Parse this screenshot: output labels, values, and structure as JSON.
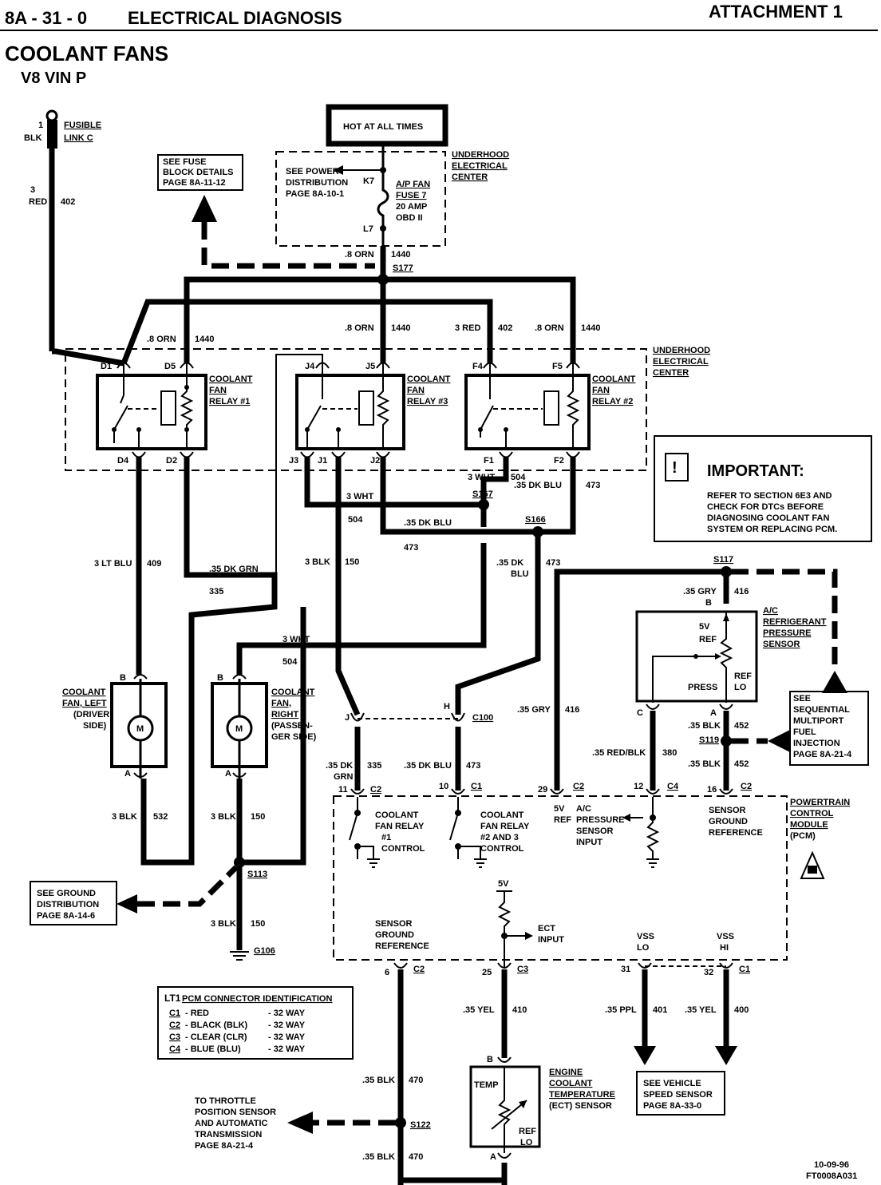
{
  "header": {
    "section": "8A - 31 - 0",
    "section_title": "ELECTRICAL DIAGNOSIS",
    "attachment": "ATTACHMENT 1"
  },
  "title": {
    "main": "COOLANT FANS",
    "sub": "V8 VIN P"
  },
  "power": {
    "hot_box": "HOT AT ALL TIMES",
    "fusible_link": {
      "pin": "1",
      "color": "BLK",
      "label1": "FUSIBLE",
      "label2": "LINK C"
    },
    "fusible_wire": {
      "gauge": "3",
      "color": "RED",
      "circuit": "402"
    },
    "fuse_details_note": [
      "SEE FUSE",
      "BLOCK DETAILS",
      "PAGE 8A-11-12"
    ],
    "power_dist_note": [
      "SEE POWER",
      "DISTRIBUTION",
      "PAGE 8A-10-1"
    ],
    "fuse_pins": {
      "top": "K7",
      "bottom": "L7"
    },
    "fuse_label": [
      "A/P FAN",
      "FUSE 7",
      "20 AMP",
      "OBD II"
    ],
    "uec_label": [
      "UNDERHOOD",
      "ELECTRICAL",
      "CENTER"
    ],
    "s177_wire": ".8 ORN",
    "s177_circuit": "1440",
    "s177": "S177"
  },
  "relays": {
    "uec_label": [
      "UNDERHOOD",
      "ELECTRICAL",
      "CENTER"
    ],
    "relay1": {
      "name": [
        "COOLANT",
        "FAN",
        "RELAY #1"
      ],
      "pins": [
        "D1",
        "D5",
        "D4",
        "D2"
      ]
    },
    "relay3": {
      "name": [
        "COOLANT",
        "FAN",
        "RELAY #3"
      ],
      "pins": [
        "J4",
        "J5",
        "J3",
        "J1",
        "J2"
      ]
    },
    "relay2": {
      "name": [
        "COOLANT",
        "FAN",
        "RELAY #2"
      ],
      "pins": [
        "F4",
        "F5",
        "F1",
        "F2"
      ]
    },
    "wire_d5": ".8 ORN",
    "wire_d5_circ": "1440",
    "wire_j5": ".8 ORN",
    "wire_j5_circ": "1440",
    "wire_f4": "3 RED",
    "wire_f4_circ": "402",
    "wire_f5": ".8 ORN",
    "wire_f5_circ": "1440"
  },
  "important": {
    "heading": "IMPORTANT:",
    "lines": [
      "REFER TO SECTION 6E3 AND",
      "CHECK FOR DTCs BEFORE",
      "DIAGNOSING COOLANT FAN",
      "SYSTEM OR REPLACING PCM."
    ]
  },
  "wires": {
    "j3_wht": "3 WHT",
    "f1_wht": "3 WHT",
    "f1_circ": "504",
    "f2_dkblu": ".35 DK BLU",
    "f2_circ": "473",
    "s167": "S167",
    "s166": "S166",
    "j2_dkblu": ".35 DK BLU",
    "j2_circ": "473",
    "c504": "504",
    "d4_ltblu": "3 LT BLU",
    "d4_circ": "409",
    "d2_dkgrn": ".35 DK GRN",
    "d2_circ": "335",
    "j1_blk": "3 BLK",
    "j1_circ": "150",
    "s166_dkblu1": ".35 DK",
    "s166_dkblu2": "BLU",
    "s166_circ": "473",
    "wht_right": "3 WHT",
    "wht_right_circ": "504",
    "c100": "C100",
    "c100_j": "J",
    "c100_h": "H",
    "pcm11_1": ".35 DK",
    "pcm11_2": "GRN",
    "pcm11_circ": "335",
    "pcm10": ".35 DK BLU",
    "pcm10_circ": "473",
    "gry416": ".35 GRY",
    "gry416_circ": "416",
    "redblk": ".35 RED/BLK",
    "redblk_circ": "380"
  },
  "fans": {
    "left": {
      "name": [
        "COOLANT",
        "FAN, LEFT",
        "(DRIVER",
        "SIDE)"
      ],
      "pin_top": "B",
      "pin_bot": "A",
      "wire": "3 BLK",
      "circ": "532"
    },
    "right": {
      "name": [
        "COOLANT",
        "FAN,",
        "RIGHT",
        "(PASSEN-",
        "GER SIDE)"
      ],
      "pin_top": "B",
      "pin_bot": "A",
      "wire": "3 BLK",
      "circ": "150"
    },
    "motor": "M",
    "s113": "S113",
    "g106": "G106",
    "g_wire": "3 BLK",
    "g_circ": "150",
    "ground_note": [
      "SEE GROUND",
      "DISTRIBUTION",
      "PAGE 8A-14-6"
    ]
  },
  "ac_sensor": {
    "s117": "S117",
    "wire": ".35 GRY",
    "circ": "416",
    "pin_b": "B",
    "name": [
      "A/C",
      "REFRIGERANT",
      "PRESSURE",
      "SENSOR"
    ],
    "inside": [
      "5V",
      "REF",
      "PRESS",
      "REF",
      "LO"
    ],
    "pin_c": "C",
    "pin_a": "A",
    "blk452": ".35 BLK",
    "blk452_circ": "452",
    "s119": "S119",
    "blk452b": ".35 BLK",
    "blk452b_circ": "452",
    "sfi_note": [
      "SEE",
      "SEQUENTIAL",
      "MULTIPORT",
      "FUEL",
      "INJECTION",
      "PAGE 8A-21-4"
    ]
  },
  "pcm": {
    "name": [
      "POWERTRAIN",
      "CONTROL",
      "MODULE",
      "(PCM)"
    ],
    "pins_top": [
      {
        "pin": "11",
        "conn": "C2"
      },
      {
        "pin": "10",
        "conn": "C1"
      },
      {
        "pin": "29",
        "conn": "C2"
      },
      {
        "pin": "12",
        "conn": "C4"
      },
      {
        "pin": "16",
        "conn": "C2"
      }
    ],
    "relay1_ctrl": [
      "COOLANT",
      "FAN RELAY",
      "#1",
      "CONTROL"
    ],
    "relay23_ctrl": [
      "COOLANT",
      "FAN RELAY",
      "#2 AND 3",
      "CONTROL"
    ],
    "ref5v": [
      "5V",
      "REF"
    ],
    "ac_input": [
      "A/C",
      "PRESSURE",
      "SENSOR",
      "INPUT"
    ],
    "sgr_right": [
      "SENSOR",
      "GROUND",
      "REFERENCE"
    ],
    "sgr_left": [
      "SENSOR",
      "GROUND",
      "REFERENCE"
    ],
    "v5": "5V",
    "ect_input": [
      "ECT",
      "INPUT"
    ],
    "vss_lo": [
      "VSS",
      "LO"
    ],
    "vss_hi": [
      "VSS",
      "HI"
    ],
    "pins_bottom": [
      {
        "pin": "6",
        "conn": "C2"
      },
      {
        "pin": "25",
        "conn": "C3"
      },
      {
        "pin": "31",
        "conn": ""
      },
      {
        "pin": "32",
        "conn": "C1"
      }
    ]
  },
  "bottom": {
    "connector_id": {
      "title_prefix": "LT1",
      "title": "PCM CONNECTOR IDENTIFICATION",
      "rows": [
        {
          "c": "C1",
          "d": "- RED",
          "w": "- 32 WAY"
        },
        {
          "c": "C2",
          "d": "- BLACK (BLK)",
          "w": "- 32 WAY"
        },
        {
          "c": "C3",
          "d": "- CLEAR (CLR)",
          "w": "- 32 WAY"
        },
        {
          "c": "C4",
          "d": "- BLUE (BLU)",
          "w": "- 32 WAY"
        }
      ]
    },
    "yel410": ".35 YEL",
    "yel410_circ": "410",
    "ppl401": ".35 PPL",
    "ppl401_circ": "401",
    "yel400": ".35 YEL",
    "yel400_circ": "400",
    "vss_note": [
      "SEE VEHICLE",
      "SPEED SENSOR",
      "PAGE 8A-33-0"
    ],
    "ect_name": [
      "ENGINE",
      "COOLANT",
      "TEMPERATURE",
      "(ECT) SENSOR"
    ],
    "ect_inside": [
      "TEMP",
      "REF",
      "LO"
    ],
    "ect_pin_b": "B",
    "ect_pin_a": "A",
    "blk470a": ".35 BLK",
    "blk470a_circ": "470",
    "blk470b": ".35 BLK",
    "blk470b_circ": "470",
    "s122": "S122",
    "tps_note": [
      "TO THROTTLE",
      "POSITION SENSOR",
      "AND AUTOMATIC",
      "TRANSMISSION",
      "PAGE 8A-21-4"
    ],
    "date": "10-09-96",
    "figure": "FT0008A031"
  }
}
